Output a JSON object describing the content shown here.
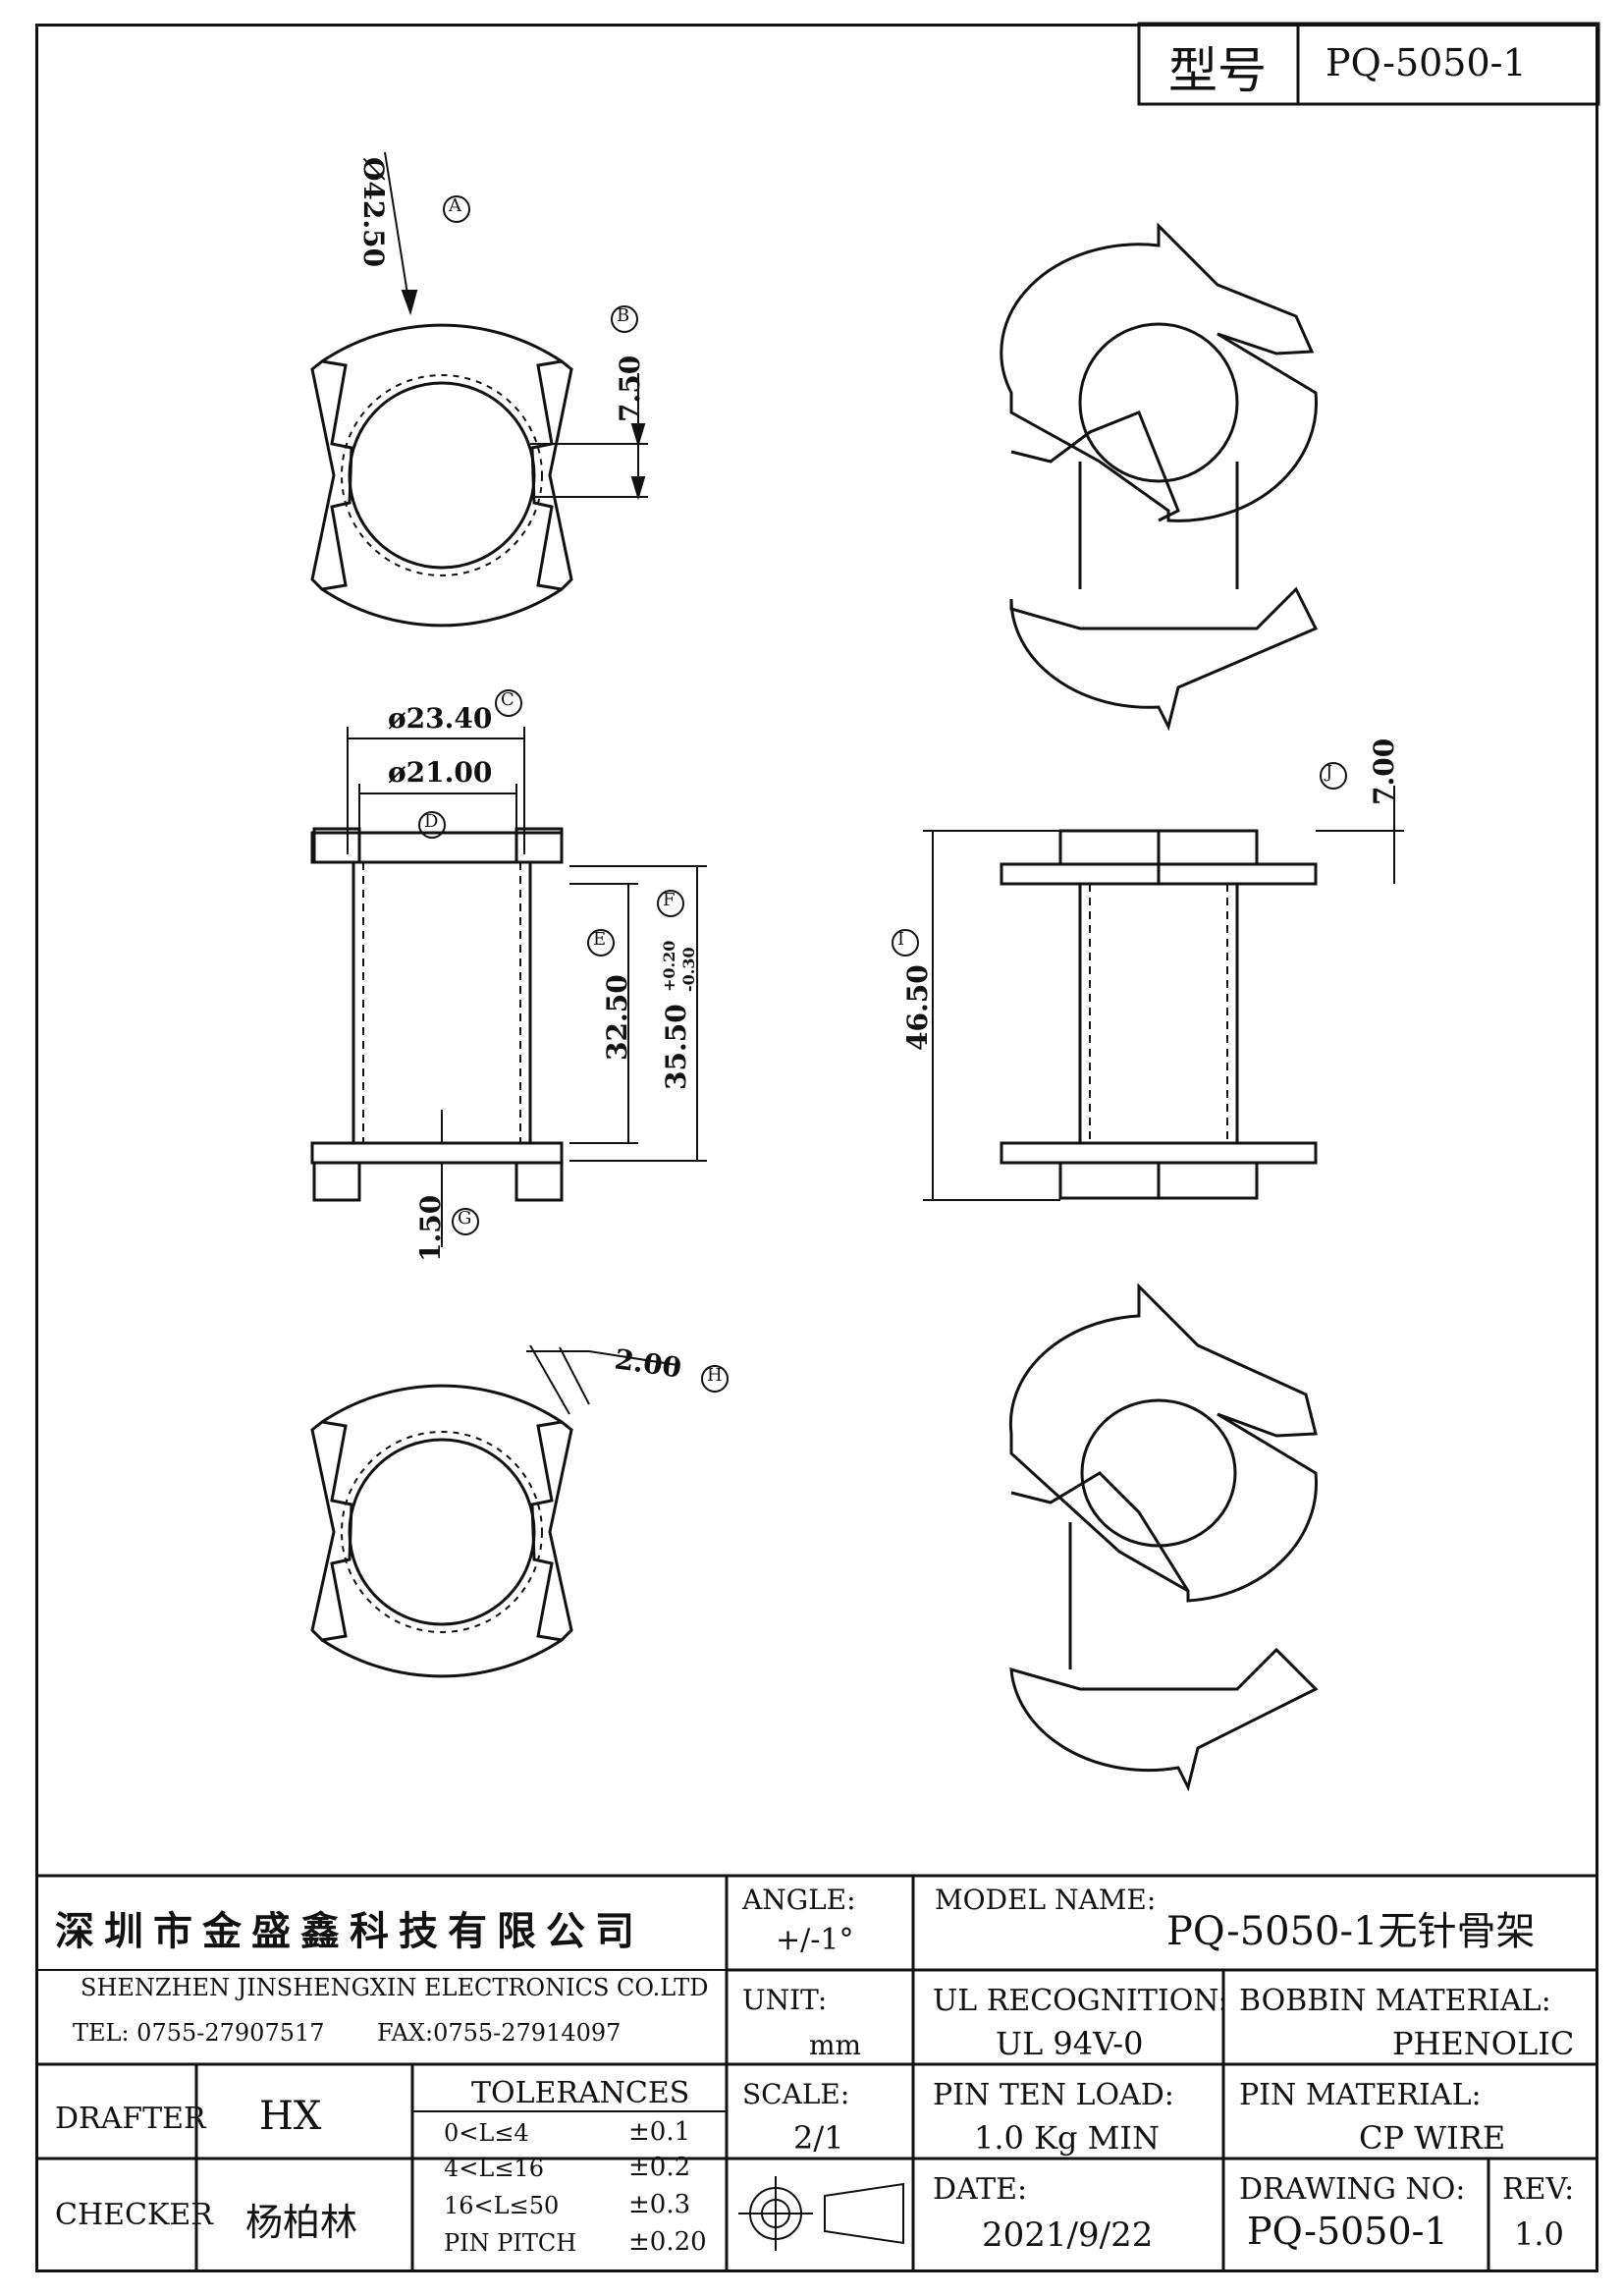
{
  "header": {
    "model_label": "型号",
    "model_value": "PQ-5050-1"
  },
  "dimensions": {
    "A": {
      "circle": "A",
      "value": "Ø42.50"
    },
    "B": {
      "circle": "B",
      "value": "7.50"
    },
    "C": {
      "circle": "C",
      "value": "ø23.40"
    },
    "D": {
      "circle": "D",
      "value": "ø21.00"
    },
    "E": {
      "circle": "E",
      "value": "32.50"
    },
    "F": {
      "circle": "F",
      "value": "35.50",
      "tol_plus": "+0.20",
      "tol_minus": "-0.30"
    },
    "G": {
      "circle": "G",
      "value": "1.50"
    },
    "H": {
      "circle": "H",
      "value": "2.00"
    },
    "I": {
      "circle": "I",
      "value": "46.50"
    },
    "J": {
      "circle": "J",
      "value": "7.00"
    }
  },
  "title_block": {
    "company_cn": "深圳市金盛鑫科技有限公司",
    "company_en": "SHENZHEN JINSHENGXIN ELECTRONICS CO.LTD",
    "tel": "TEL: 0755-27907517",
    "fax": "FAX:0755-27914097",
    "angle_label": "ANGLE:",
    "angle_value": "+/-1°",
    "model_name_label": "MODEL NAME:",
    "model_name_value": "PQ-5050-1无针骨架",
    "unit_label": "UNIT:",
    "unit_value": "mm",
    "ul_label": "UL RECOGNITION:",
    "ul_value": "UL 94V-0",
    "bobbin_label": "BOBBIN MATERIAL:",
    "bobbin_value": "PHENOLIC",
    "drafter_label": "DRAFTER",
    "drafter_value": "HX",
    "checker_label": "CHECKER",
    "checker_value": "杨柏林",
    "tolerances_label": "TOLERANCES",
    "tolerances": [
      {
        "range": "0<L≤4",
        "value": "±0.1"
      },
      {
        "range": "4<L≤16",
        "value": "±0.2"
      },
      {
        "range": "16<L≤50",
        "value": "±0.3"
      },
      {
        "range": "PIN PITCH",
        "value": "±0.20"
      }
    ],
    "scale_label": "SCALE:",
    "scale_value": "2/1",
    "pin_load_label": "PIN TEN LOAD:",
    "pin_load_value": "1.0 Kg MIN",
    "pin_material_label": "PIN MATERIAL:",
    "pin_material_value": "CP WIRE",
    "date_label": "DATE:",
    "date_value": "2021/9/22",
    "drawing_no_label": "DRAWING NO:",
    "drawing_no_value": "PQ-5050-1",
    "rev_label": "REV:",
    "rev_value": "1.0"
  }
}
